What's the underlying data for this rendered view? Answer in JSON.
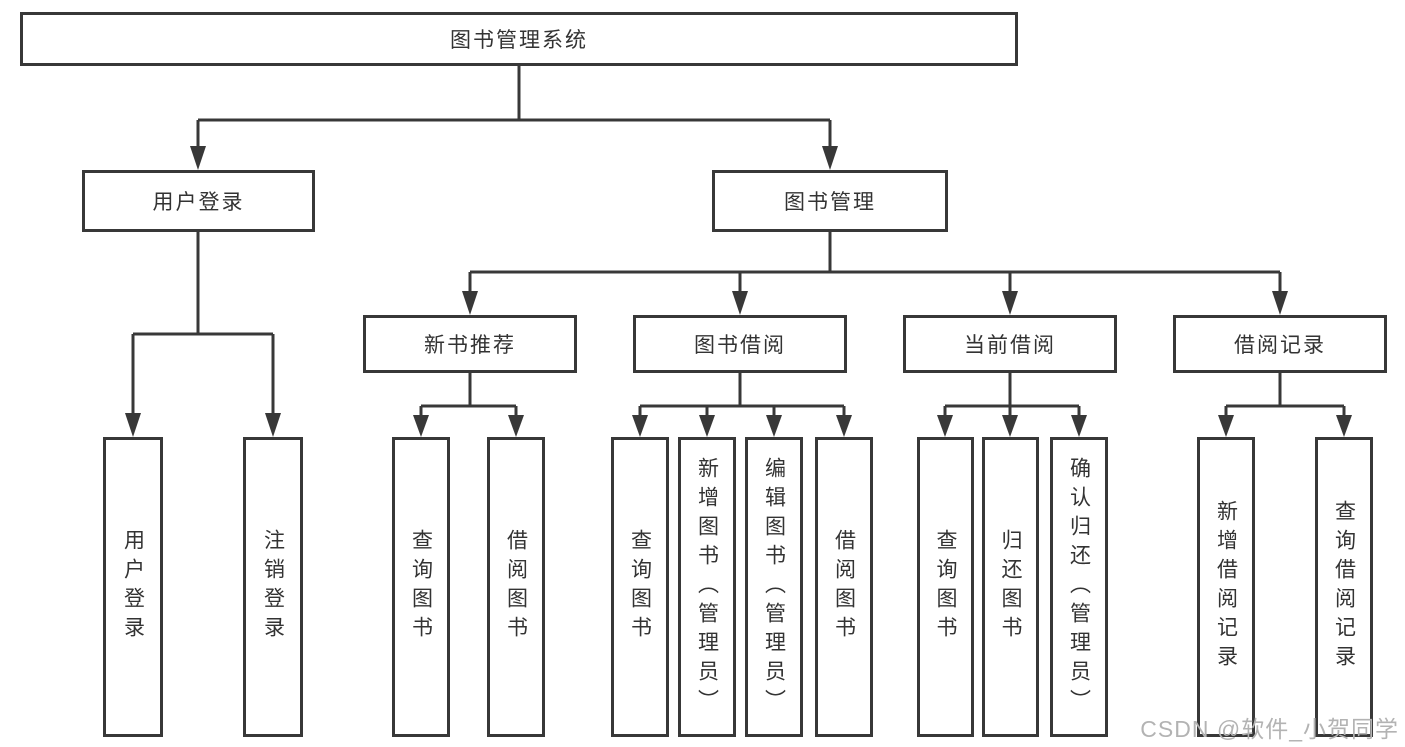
{
  "diagram": {
    "root": {
      "label": "图书管理系统"
    },
    "level2": [
      {
        "label": "用户登录"
      },
      {
        "label": "图书管理"
      }
    ],
    "level3": [
      {
        "label": "新书推荐"
      },
      {
        "label": "图书借阅"
      },
      {
        "label": "当前借阅"
      },
      {
        "label": "借阅记录"
      }
    ],
    "leaves": {
      "user_login": [
        "用户登录",
        "注销登录"
      ],
      "new_books": [
        "查询图书",
        "借阅图书"
      ],
      "book_borrow": [
        "查询图书",
        "新增图书（管理员）",
        "编辑图书（管理员）",
        "借阅图书"
      ],
      "current_borrow": [
        "查询图书",
        "归还图书",
        "确认归还（管理员）"
      ],
      "borrow_records": [
        "新增借阅记录",
        "查询借阅记录"
      ]
    }
  },
  "watermark": {
    "text": "CSDN @软件_小贺同学"
  },
  "colors": {
    "background": "#ffffff",
    "line": "#383838",
    "text": "#333333",
    "watermark": "#b3b3b3"
  }
}
